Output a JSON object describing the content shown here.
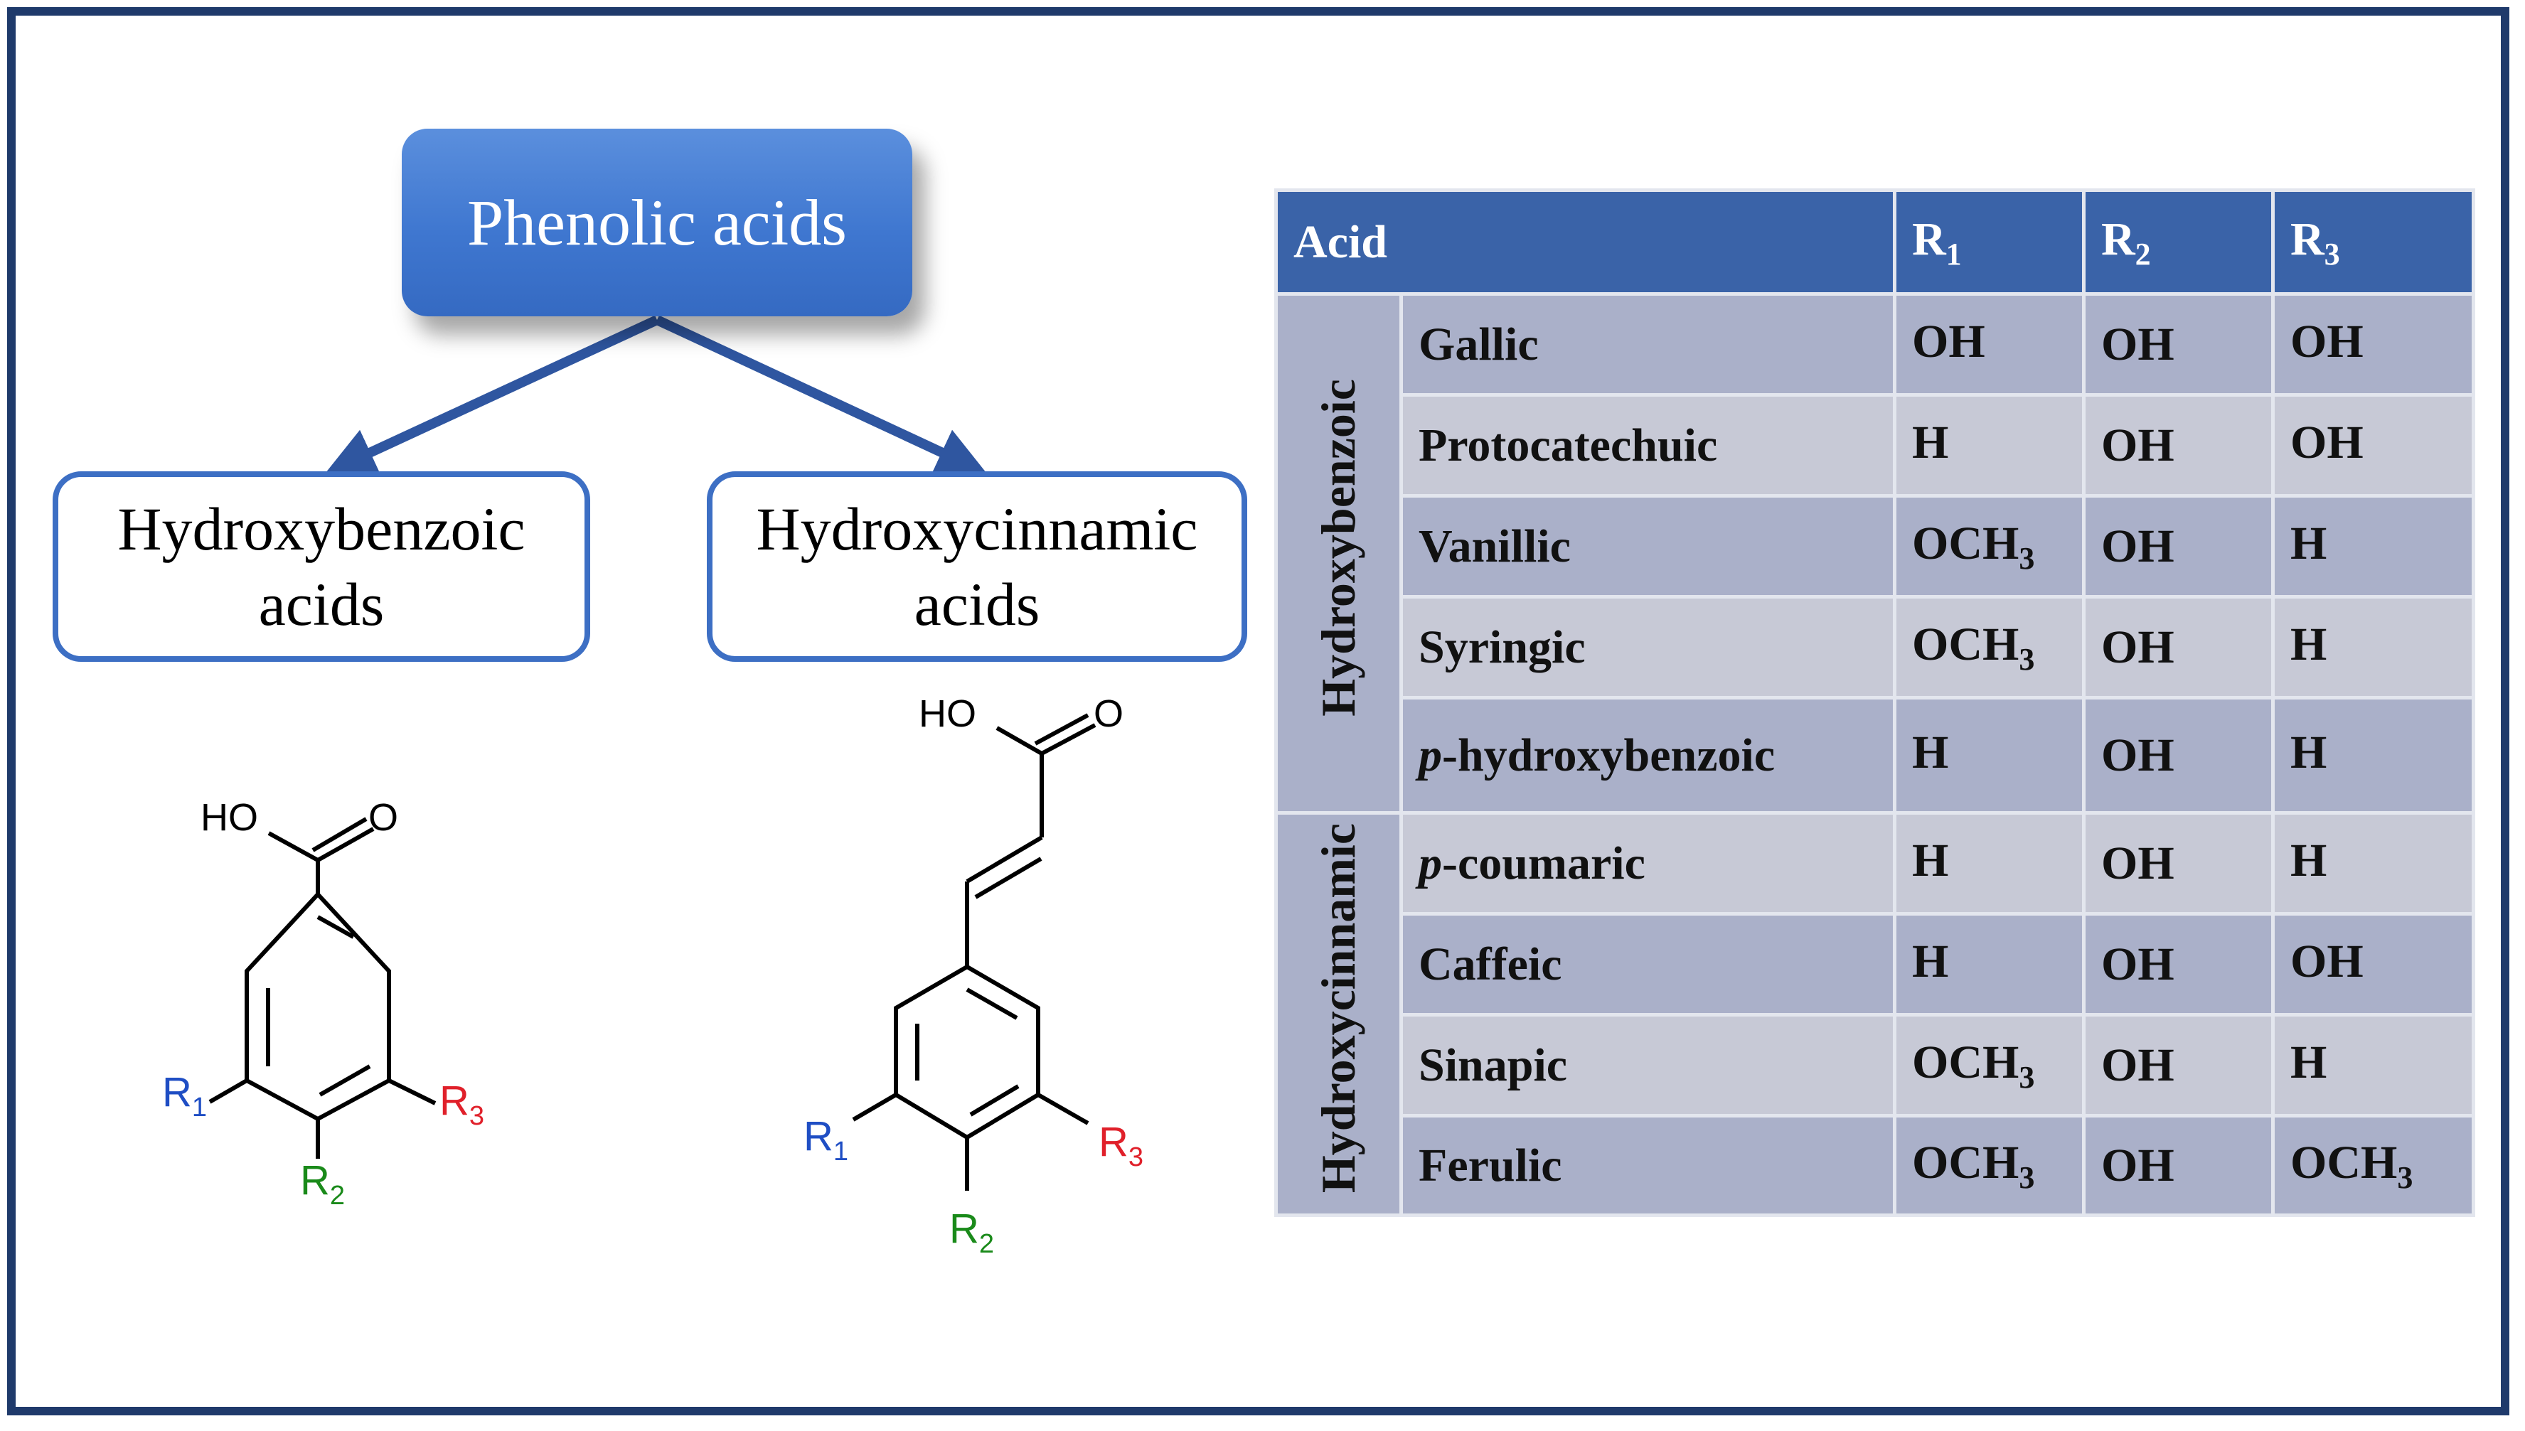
{
  "diagram": {
    "root": "Phenolic acids",
    "children": [
      {
        "line1": "Hydroxybenzoic",
        "line2": "acids"
      },
      {
        "line1": "Hydroxycinnamic",
        "line2": "acids"
      }
    ]
  },
  "structures": {
    "benzoic": {
      "ho": "HO",
      "o": "O",
      "r1": "R",
      "r1_sub": "1",
      "r2": "R",
      "r2_sub": "2",
      "r3": "R",
      "r3_sub": "3"
    },
    "cinnamic": {
      "ho": "HO",
      "o": "O",
      "r1": "R",
      "r1_sub": "1",
      "r2": "R",
      "r2_sub": "2",
      "r3": "R",
      "r3_sub": "3"
    }
  },
  "colors": {
    "r1": "#1f4ec4",
    "r2": "#1a8a1a",
    "r3": "#e0202a",
    "frame": "#1f3a6b",
    "header": "#3a63a8"
  },
  "table": {
    "header": {
      "acid": "Acid",
      "r1": "R",
      "r1_sub": "1",
      "r2": "R",
      "r2_sub": "2",
      "r3": "R",
      "r3_sub": "3"
    },
    "groups": [
      "Hydroxybenzoic",
      "Hydroxycinnamic"
    ],
    "rows": [
      {
        "prefix": "",
        "name": "Gallic",
        "r1": "OH",
        "r1_sub": "",
        "r2": "OH",
        "r3": "OH",
        "r3_sub": ""
      },
      {
        "prefix": "",
        "name": "Protocatechuic",
        "r1": "H",
        "r1_sub": "",
        "r2": "OH",
        "r3": "OH",
        "r3_sub": ""
      },
      {
        "prefix": "",
        "name": "Vanillic",
        "r1": "OCH",
        "r1_sub": "3",
        "r2": "OH",
        "r3": "H",
        "r3_sub": ""
      },
      {
        "prefix": "",
        "name": "Syringic",
        "r1": "OCH",
        "r1_sub": "3",
        "r2": "OH",
        "r3": "H",
        "r3_sub": ""
      },
      {
        "prefix": "p",
        "name": "-hydroxybenzoic",
        "r1": "H",
        "r1_sub": "",
        "r2": "OH",
        "r3": "H",
        "r3_sub": ""
      },
      {
        "prefix": "p",
        "name": "-coumaric",
        "r1": "H",
        "r1_sub": "",
        "r2": "OH",
        "r3": "H",
        "r3_sub": ""
      },
      {
        "prefix": "",
        "name": "Caffeic",
        "r1": "H",
        "r1_sub": "",
        "r2": "OH",
        "r3": "OH",
        "r3_sub": ""
      },
      {
        "prefix": "",
        "name": "Sinapic",
        "r1": "OCH",
        "r1_sub": "3",
        "r2": "OH",
        "r3": "H",
        "r3_sub": ""
      },
      {
        "prefix": "",
        "name": "Ferulic",
        "r1": "OCH",
        "r1_sub": "3",
        "r2": "OH",
        "r3": "OCH",
        "r3_sub": "3"
      }
    ]
  }
}
